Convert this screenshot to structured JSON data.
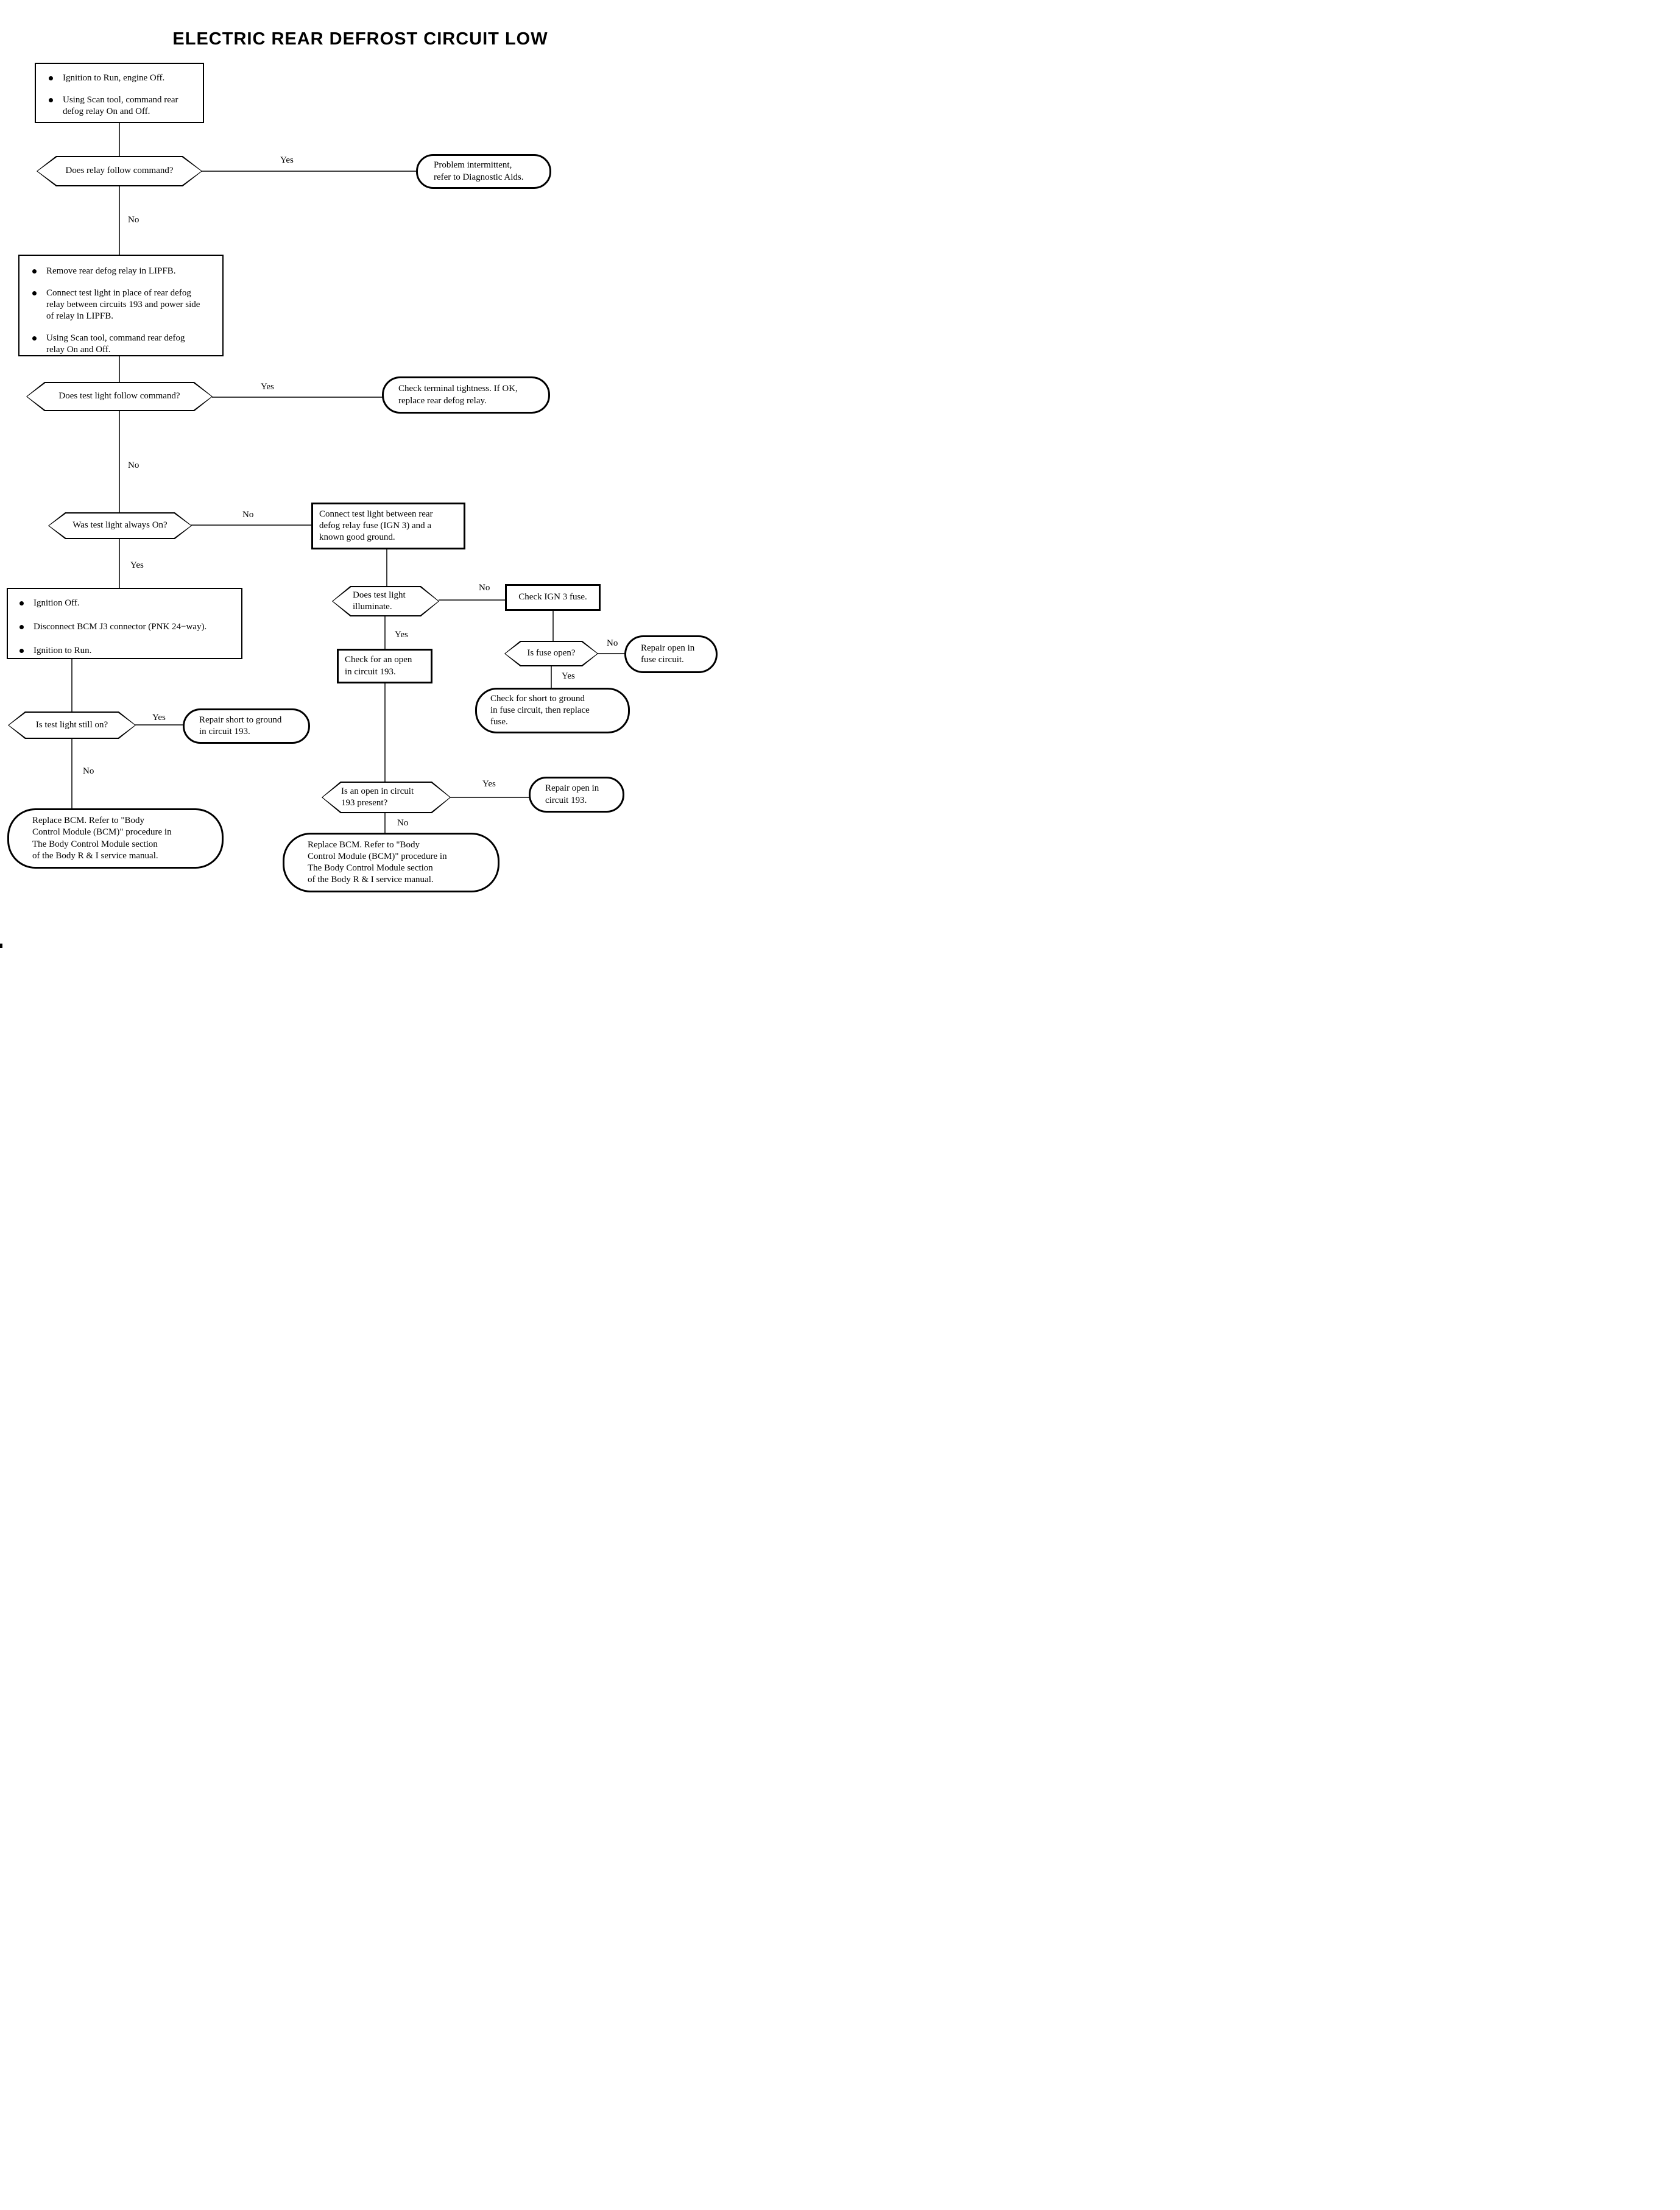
{
  "title": "ELECTRIC REAR DEFROST CIRCUIT LOW",
  "labels": {
    "yes": "Yes",
    "no": "No"
  },
  "colors": {
    "ink": "#000000",
    "paper": "#ffffff"
  },
  "nodes": {
    "step1": {
      "bullets": [
        "Ignition to Run, engine Off.",
        "Using Scan tool, command rear defog relay On and Off."
      ]
    },
    "q_relay_follow": {
      "text": "Does relay follow command?"
    },
    "problem_intermittent": {
      "text": "Problem intermittent,\nrefer to Diagnostic Aids."
    },
    "step2": {
      "bullets": [
        "Remove rear defog relay in  LIPFB.",
        "Connect test light in place of rear defog relay between circuits 193 and power side of relay in LIPFB.",
        "Using Scan tool, command rear defog relay On and Off."
      ]
    },
    "q_testlight_follow": {
      "text": "Does test light follow command?"
    },
    "check_terminal": {
      "text": "Check terminal tightness. If OK,\nreplace rear defog relay."
    },
    "q_always_on": {
      "text": "Was test light always On?"
    },
    "connect_testlight": {
      "text": "Connect test light between rear\ndefog relay fuse (IGN 3) and a\nknown good ground."
    },
    "step3": {
      "bullets": [
        "Ignition Off.",
        "Disconnect BCM J3 connector (PNK 24−way).",
        "Ignition to Run."
      ]
    },
    "q_illuminate": {
      "text": "Does test light\nilluminate."
    },
    "check_ign3": {
      "text": "Check IGN 3 fuse."
    },
    "q_fuse_open": {
      "text": "Is fuse open?"
    },
    "repair_open_fuse": {
      "text": "Repair open in\nfuse circuit."
    },
    "check_short_fuse": {
      "text": "Check for short to ground\nin fuse circuit, then replace\nfuse."
    },
    "check_open_193": {
      "text": "Check for an open\nin circuit 193."
    },
    "q_still_on": {
      "text": "Is test light still on?"
    },
    "repair_short_193": {
      "text": "Repair short to ground\nin circuit 193."
    },
    "replace_bcm_left": {
      "text": "Replace BCM.  Refer to \"Body\nControl Module (BCM)\" procedure in\nThe Body Control Module section\nof the Body R & I service manual."
    },
    "q_open_193": {
      "text": "Is an open in circuit\n193 present?"
    },
    "repair_open_193": {
      "text": "Repair open in\ncircuit 193."
    },
    "replace_bcm_right": {
      "text": "Replace BCM.  Refer to \"Body\nControl Module (BCM)\" procedure in\nThe Body Control Module section\nof the Body R & I service manual."
    }
  }
}
